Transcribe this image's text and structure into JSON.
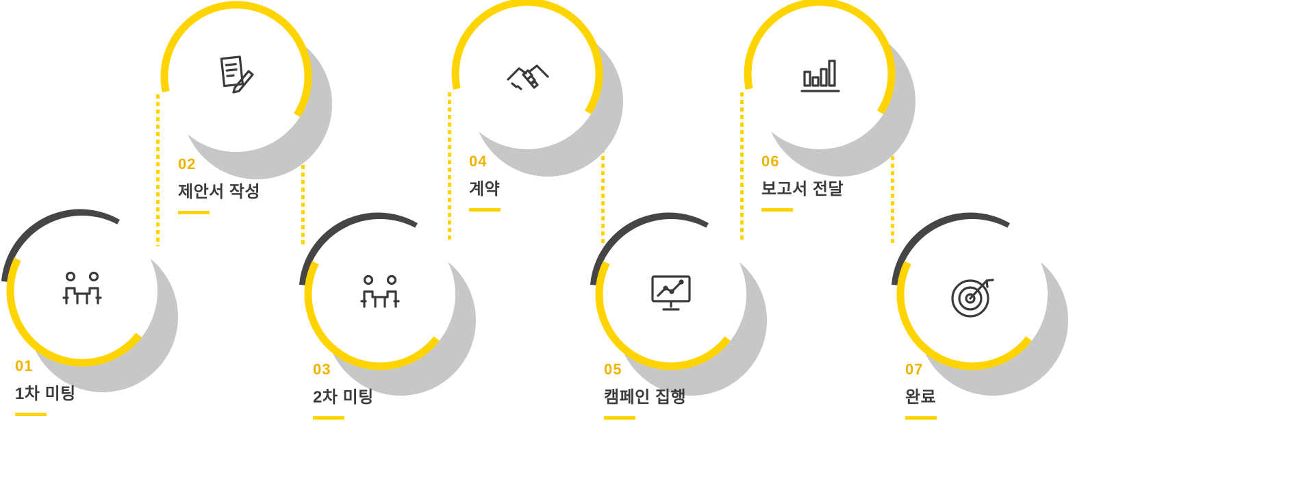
{
  "diagram": {
    "type": "process-flow",
    "colors": {
      "accent_yellow": "#ffd400",
      "number_gold": "#f0b400",
      "text_dark": "#3b3b3b",
      "shadow_gray": "#c7c7c7",
      "dark_arc": "#454545",
      "background": "#ffffff"
    },
    "steps": [
      {
        "number": "01",
        "label": "1차 미팅",
        "icon": "meeting-table-icon",
        "position": "bottom"
      },
      {
        "number": "02",
        "label": "제안서 작성",
        "icon": "document-pen-icon",
        "position": "top"
      },
      {
        "number": "03",
        "label": "2차 미팅",
        "icon": "meeting-table-icon",
        "position": "bottom"
      },
      {
        "number": "04",
        "label": "계약",
        "icon": "handshake-icon",
        "position": "top"
      },
      {
        "number": "05",
        "label": "캠페인 집행",
        "icon": "monitor-graph-icon",
        "position": "bottom"
      },
      {
        "number": "06",
        "label": "보고서 전달",
        "icon": "bar-chart-icon",
        "position": "top"
      },
      {
        "number": "07",
        "label": "완료",
        "icon": "target-arrow-icon",
        "position": "bottom"
      }
    ]
  },
  "steps": [
    {
      "number": "01",
      "label": "1차 미팅"
    },
    {
      "number": "02",
      "label": "제안서 작성"
    },
    {
      "number": "03",
      "label": "2차 미팅"
    },
    {
      "number": "04",
      "label": "계약"
    },
    {
      "number": "05",
      "label": "캠페인 집행"
    },
    {
      "number": "06",
      "label": "보고서 전달"
    },
    {
      "number": "07",
      "label": "완료"
    }
  ]
}
